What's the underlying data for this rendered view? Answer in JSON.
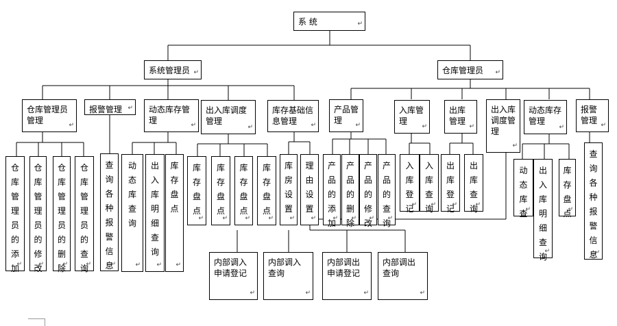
{
  "para_mark": "↵",
  "nodes": {
    "root": "系 统",
    "sysadmin": "系统管理员",
    "whadmin": "仓库管理员",
    "wh_admin_mgmt": "仓库管理员管理",
    "alarm_mgmt": "报警管理",
    "dyn_inv_mgmt_a": "动态库存管理",
    "io_dispatch_mgmt_a": "出入库调度管理",
    "inv_base_info": "库存基础信息管理",
    "product_mgmt": "产品管理",
    "in_mgmt": "入库管理",
    "out_mgmt": "出库管理",
    "io_dispatch_mgmt_b": "出入库调度管理",
    "dyn_inv_mgmt_b": "动态库存管理",
    "alarm_mgmt_b": "报警管理",
    "wh_add": "仓库管理员的添加",
    "wh_edit": "仓库管理员的修改",
    "wh_del": "仓库管理员的删除",
    "wh_query": "仓库管理员的查询",
    "alarm_query": "查询各种报警信息",
    "dyn_query": "动态库查询",
    "io_detail_query": "出入库明细查询",
    "stock_count": "库存盘点",
    "dispatch_count_1": "库存盘点",
    "dispatch_count_2": "库存盘点",
    "dispatch_count_3": "库存盘点",
    "dispatch_count_4": "库存盘点",
    "room_setup": "库房设置",
    "reason_setup": "理由设置",
    "prod_add": "产品的添加",
    "prod_del": "产品的删除",
    "prod_edit": "产品的修改",
    "prod_query": "产品的查询",
    "in_reg": "入库登记",
    "in_query": "入库查询",
    "out_reg": "出库登记",
    "out_query": "出库查询",
    "int_in_apply": "内部调入申请登记",
    "int_in_query": "内部调入查询",
    "int_out_apply": "内部调出申请登记",
    "int_out_query": "内部调出查询",
    "dyn_query_b": "动态库查",
    "io_detail_query_b": "出入库明细查询",
    "stock_count_b": "库存盘点",
    "alarm_query_b": "查询各种报警信息"
  }
}
